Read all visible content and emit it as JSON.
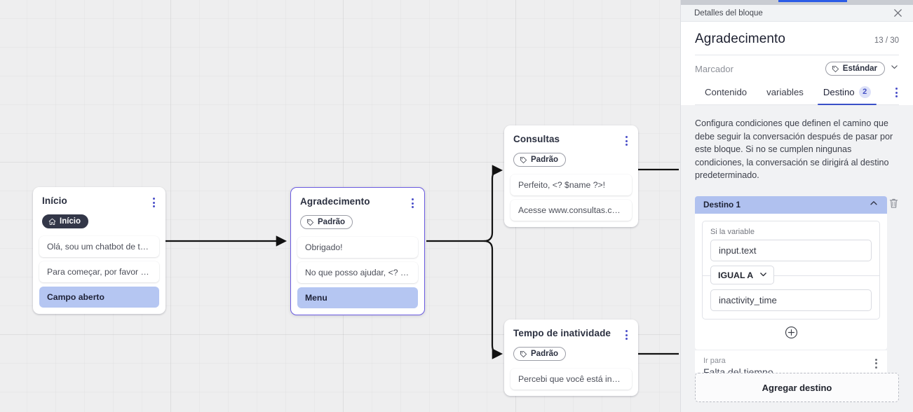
{
  "canvas": {
    "nodes": [
      {
        "id": "inicio",
        "title": "Início",
        "badge": "Início",
        "badge_icon": "home-icon",
        "badge_style": "dark",
        "selected": false,
        "items": [
          {
            "text": "Olá, sou um chatbot de teste!",
            "highlighted": false
          },
          {
            "text": "Para começar, por favor digite o ...",
            "highlighted": false
          },
          {
            "text": "Campo aberto",
            "highlighted": true
          }
        ]
      },
      {
        "id": "agradecimento",
        "title": "Agradecimento",
        "badge": "Padrão",
        "badge_icon": "tag-icon",
        "badge_style": "outline",
        "selected": true,
        "items": [
          {
            "text": "Obrigado!",
            "highlighted": false
          },
          {
            "text": "No que posso ajudar, <? $name ...",
            "highlighted": false
          },
          {
            "text": "Menu",
            "highlighted": true
          }
        ]
      },
      {
        "id": "consultas",
        "title": "Consultas",
        "badge": "Padrão",
        "badge_icon": "tag-icon",
        "badge_style": "outline",
        "selected": false,
        "items": [
          {
            "text": "Perfeito, <? $name ?>!",
            "highlighted": false
          },
          {
            "text": "Acesse www.consultas.com par...",
            "highlighted": false
          }
        ]
      },
      {
        "id": "inatividade",
        "title": "Tempo de inatividade",
        "badge": "Padrão",
        "badge_icon": "tag-icon",
        "badge_style": "outline",
        "selected": false,
        "items": [
          {
            "text": "Percebi que você está inativo. C...",
            "highlighted": false
          }
        ]
      }
    ]
  },
  "panel": {
    "header_title": "Detalles del bloque",
    "close_icon": "close-icon",
    "block_title": "Agradecimento",
    "char_counter": "13 / 30",
    "marcador_label": "Marcador",
    "marcador_value": "Estándar",
    "marcador_icon": "tag-icon",
    "marcador_chevron": "chevron-down-icon",
    "tabs": [
      {
        "label": "Contenido",
        "active": false,
        "badge": ""
      },
      {
        "label": "variables",
        "active": false,
        "badge": ""
      },
      {
        "label": "Destino",
        "active": true,
        "badge": "2"
      }
    ],
    "more_icon": "kebab-menu-icon",
    "description": "Configura condiciones que definen el camino que debe seguir la conversación después de pasar por este bloque. Si no se cumplen ningunas condiciones, la conversación se dirigirá al destino predeterminado.",
    "destination": {
      "header": "Destino 1",
      "collapse_icon": "chevron-up-icon",
      "delete_icon": "trash-icon",
      "condition_label": "Si la variable",
      "variable_value": "input.text",
      "operator": "IGUAL A",
      "operator_chevron": "chevron-down-icon",
      "compare_value": "inactivity_time",
      "add_condition_icon": "plus-circle-icon",
      "goto_label": "Ir para",
      "goto_value": "Falta del tiempo",
      "goto_menu_icon": "kebab-menu-icon"
    },
    "add_destination_label": "Agregar destino",
    "accent_color": "#3a50c8"
  }
}
